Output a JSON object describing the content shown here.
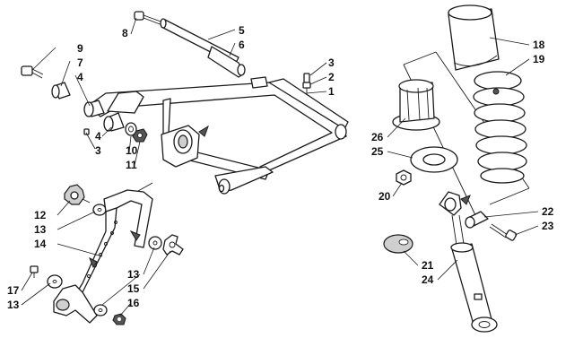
{
  "callouts": {
    "c1": "1",
    "c2": "2",
    "c3a": "3",
    "c3b": "3",
    "c4a": "4",
    "c4b": "4",
    "c5": "5",
    "c6": "6",
    "c7": "7",
    "c8": "8",
    "c9": "9",
    "c10": "10",
    "c11": "11",
    "c12": "12",
    "c13a": "13",
    "c13b": "13",
    "c13c": "13",
    "c14": "14",
    "c15": "15",
    "c16": "16",
    "c17": "17",
    "c18": "18",
    "c19": "19",
    "c20": "20",
    "c21": "21",
    "c22": "22",
    "c23": "23",
    "c24": "24",
    "c25": "25",
    "c26": "26"
  }
}
